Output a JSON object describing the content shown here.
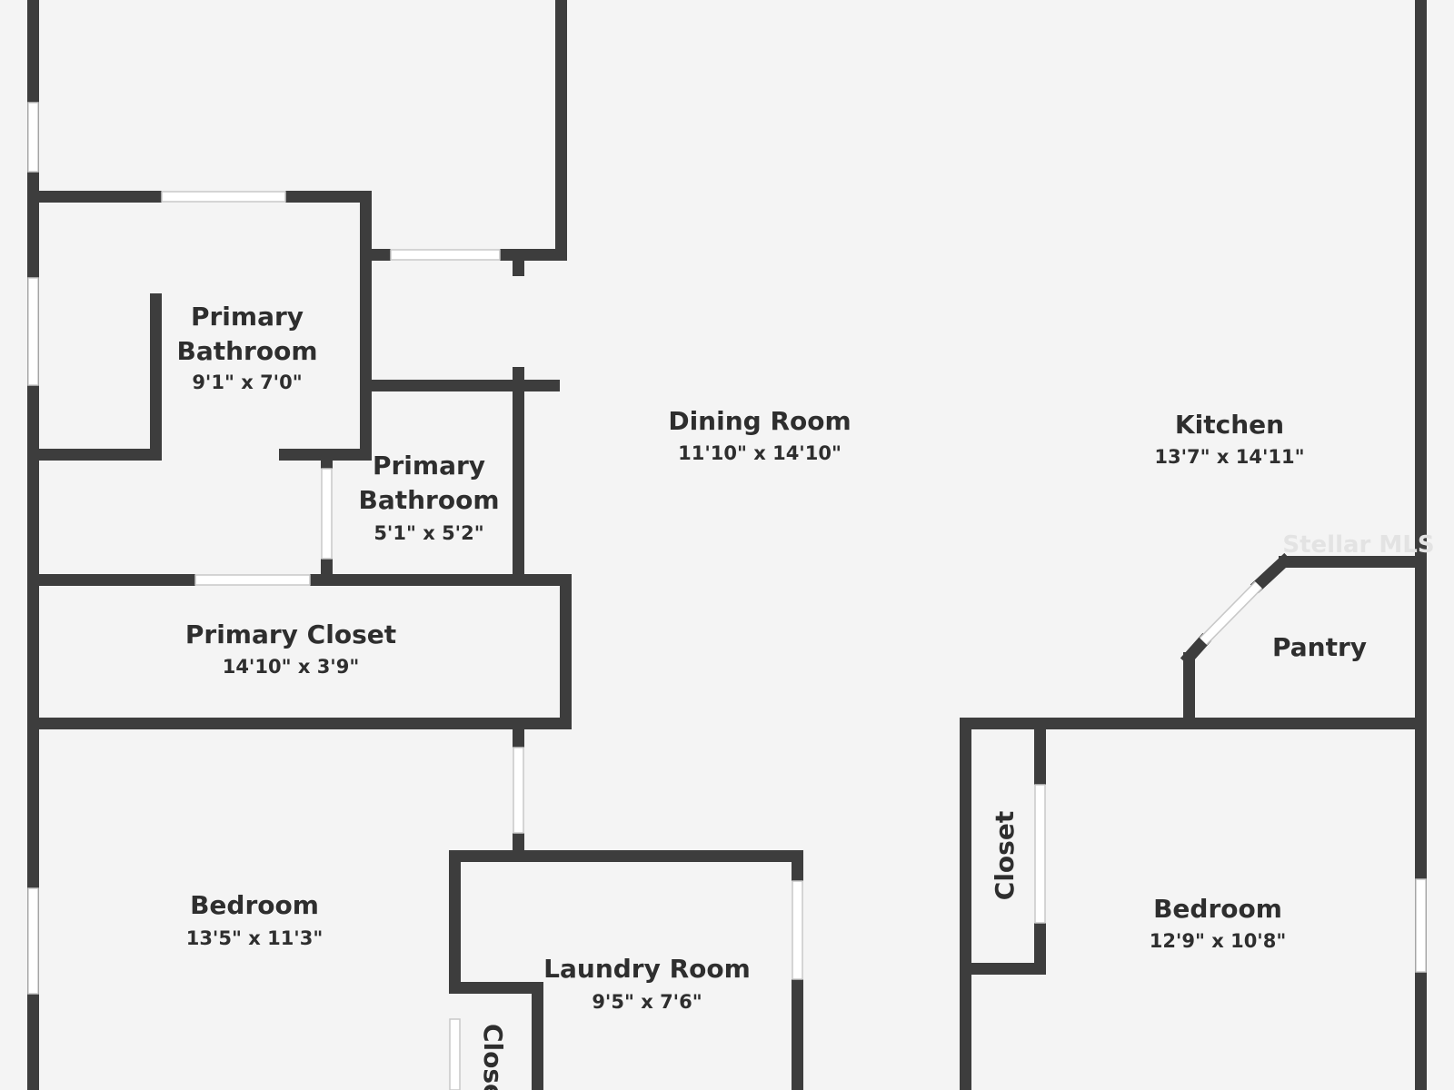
{
  "plan": {
    "wall_color": "#3d3d3d",
    "floor_color": "#f4f4f4",
    "watermark": "Stellar MLS",
    "rooms": {
      "primary_bath_1": {
        "name_line1": "Primary",
        "name_line2": "Bathroom",
        "dims": "9'1\" x 7'0\""
      },
      "primary_bath_2": {
        "name_line1": "Primary",
        "name_line2": "Bathroom",
        "dims": "5'1\" x 5'2\""
      },
      "dining_room": {
        "name": "Dining Room",
        "dims": "11'10\" x 14'10\""
      },
      "kitchen": {
        "name": "Kitchen",
        "dims": "13'7\" x 14'11\""
      },
      "pantry": {
        "name": "Pantry"
      },
      "primary_closet": {
        "name": "Primary Closet",
        "dims": "14'10\" x 3'9\""
      },
      "bedroom_left": {
        "name": "Bedroom",
        "dims": "13'5\" x 11'3\""
      },
      "bedroom_right": {
        "name": "Bedroom",
        "dims": "12'9\" x 10'8\""
      },
      "laundry_room": {
        "name": "Laundry Room",
        "dims": "9'5\" x 7'6\""
      },
      "closet_right": {
        "name": "Closet"
      },
      "closet_laundry": {
        "name": "Closet"
      }
    }
  }
}
